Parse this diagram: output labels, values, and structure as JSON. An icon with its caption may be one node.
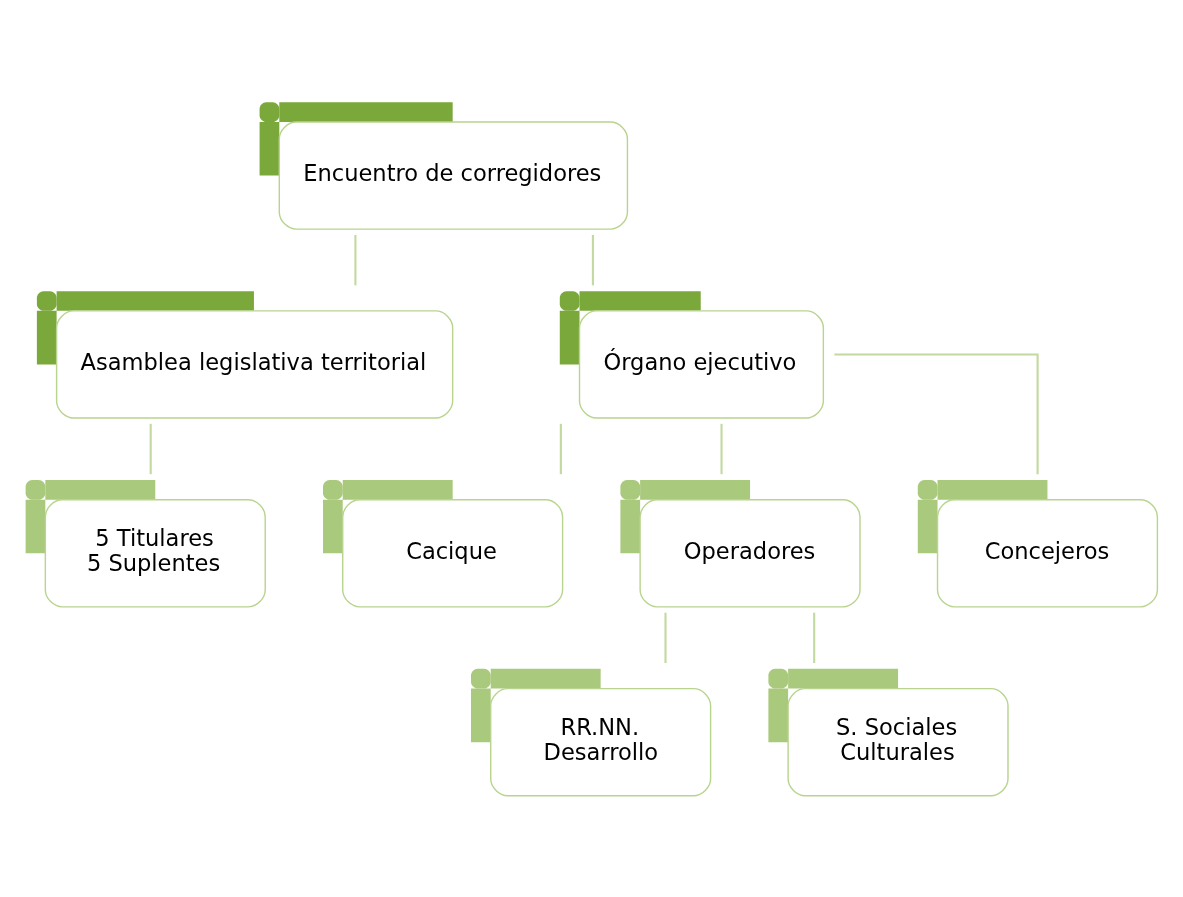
{
  "diagram": {
    "nodes": [
      {
        "text": [
          "Encuentro de corregidores"
        ]
      },
      {
        "text": [
          "Asamblea legislativa territorial"
        ]
      },
      {
        "text": [
          "Órgano ejecutivo"
        ]
      },
      {
        "text": [
          "5 Titulares",
          "5 Suplentes"
        ]
      },
      {
        "text": [
          "Cacique"
        ]
      },
      {
        "text": [
          "Operadores"
        ]
      },
      {
        "text": [
          "Concejeros"
        ]
      },
      {
        "text": [
          "RR.NN.",
          "Desarrollo"
        ]
      },
      {
        "text": [
          "S. Sociales",
          "Culturales"
        ]
      }
    ],
    "edges": [
      {
        "from": 0,
        "to": 1,
        "arrow": "none"
      },
      {
        "from": 0,
        "to": 2,
        "arrow": "none"
      },
      {
        "from": 1,
        "to": 3,
        "arrow": "none"
      },
      {
        "from": 2,
        "to": 4,
        "arrow": "none"
      },
      {
        "from": 2,
        "to": 5,
        "arrow": "none"
      },
      {
        "from": 2,
        "to": 6,
        "arrow": "none"
      },
      {
        "from": 5,
        "to": 7,
        "arrow": "none"
      },
      {
        "from": 5,
        "to": 8,
        "arrow": "none"
      }
    ]
  }
}
